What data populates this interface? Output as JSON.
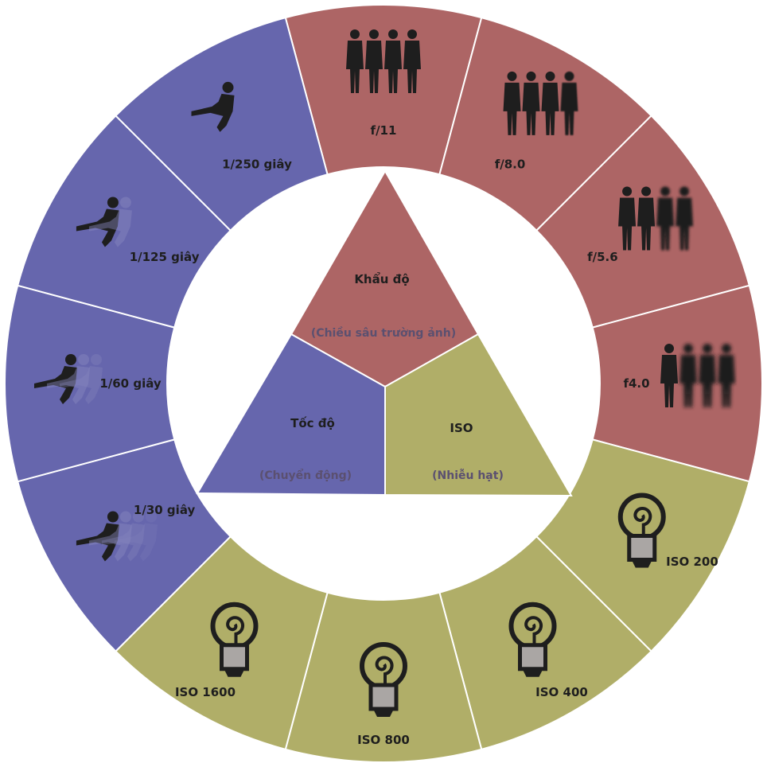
{
  "colors": {
    "aperture": "#ad6565",
    "shutter": "#6666ad",
    "iso": "#b0ae68",
    "ink": "#1e1e1e",
    "subtitle": "#5b5070"
  },
  "ring": [
    {
      "label": "f/11",
      "group": "aperture",
      "icon": "people-icon",
      "blur": 0
    },
    {
      "label": "f/8.0",
      "group": "aperture",
      "icon": "people-icon",
      "blur": 1
    },
    {
      "label": "f/5.6",
      "group": "aperture",
      "icon": "people-icon",
      "blur": 2
    },
    {
      "label": "f4.0",
      "group": "aperture",
      "icon": "people-icon",
      "blur": 3
    },
    {
      "label": "ISO 200",
      "group": "iso",
      "icon": "lightbulb-icon"
    },
    {
      "label": "ISO 400",
      "group": "iso",
      "icon": "lightbulb-icon"
    },
    {
      "label": "ISO 800",
      "group": "iso",
      "icon": "lightbulb-icon"
    },
    {
      "label": "ISO 1600",
      "group": "iso",
      "icon": "lightbulb-icon"
    },
    {
      "label": "1/30 giây",
      "group": "shutter",
      "icon": "kicker-icon",
      "ghosts": 3
    },
    {
      "label": "1/60 giây",
      "group": "shutter",
      "icon": "kicker-icon",
      "ghosts": 2
    },
    {
      "label": "1/125 giây",
      "group": "shutter",
      "icon": "kicker-icon",
      "ghosts": 1
    },
    {
      "label": "1/250 giây",
      "group": "shutter",
      "icon": "kicker-icon",
      "ghosts": 0
    }
  ],
  "triangle": {
    "aperture": {
      "title": "Khẩu độ",
      "subtitle": "(Chiều sâu trường ảnh)"
    },
    "shutter": {
      "title": "Tốc độ",
      "subtitle": "(Chuyển động)"
    },
    "iso": {
      "title": "ISO",
      "subtitle": "(Nhiễu hạt)"
    }
  }
}
